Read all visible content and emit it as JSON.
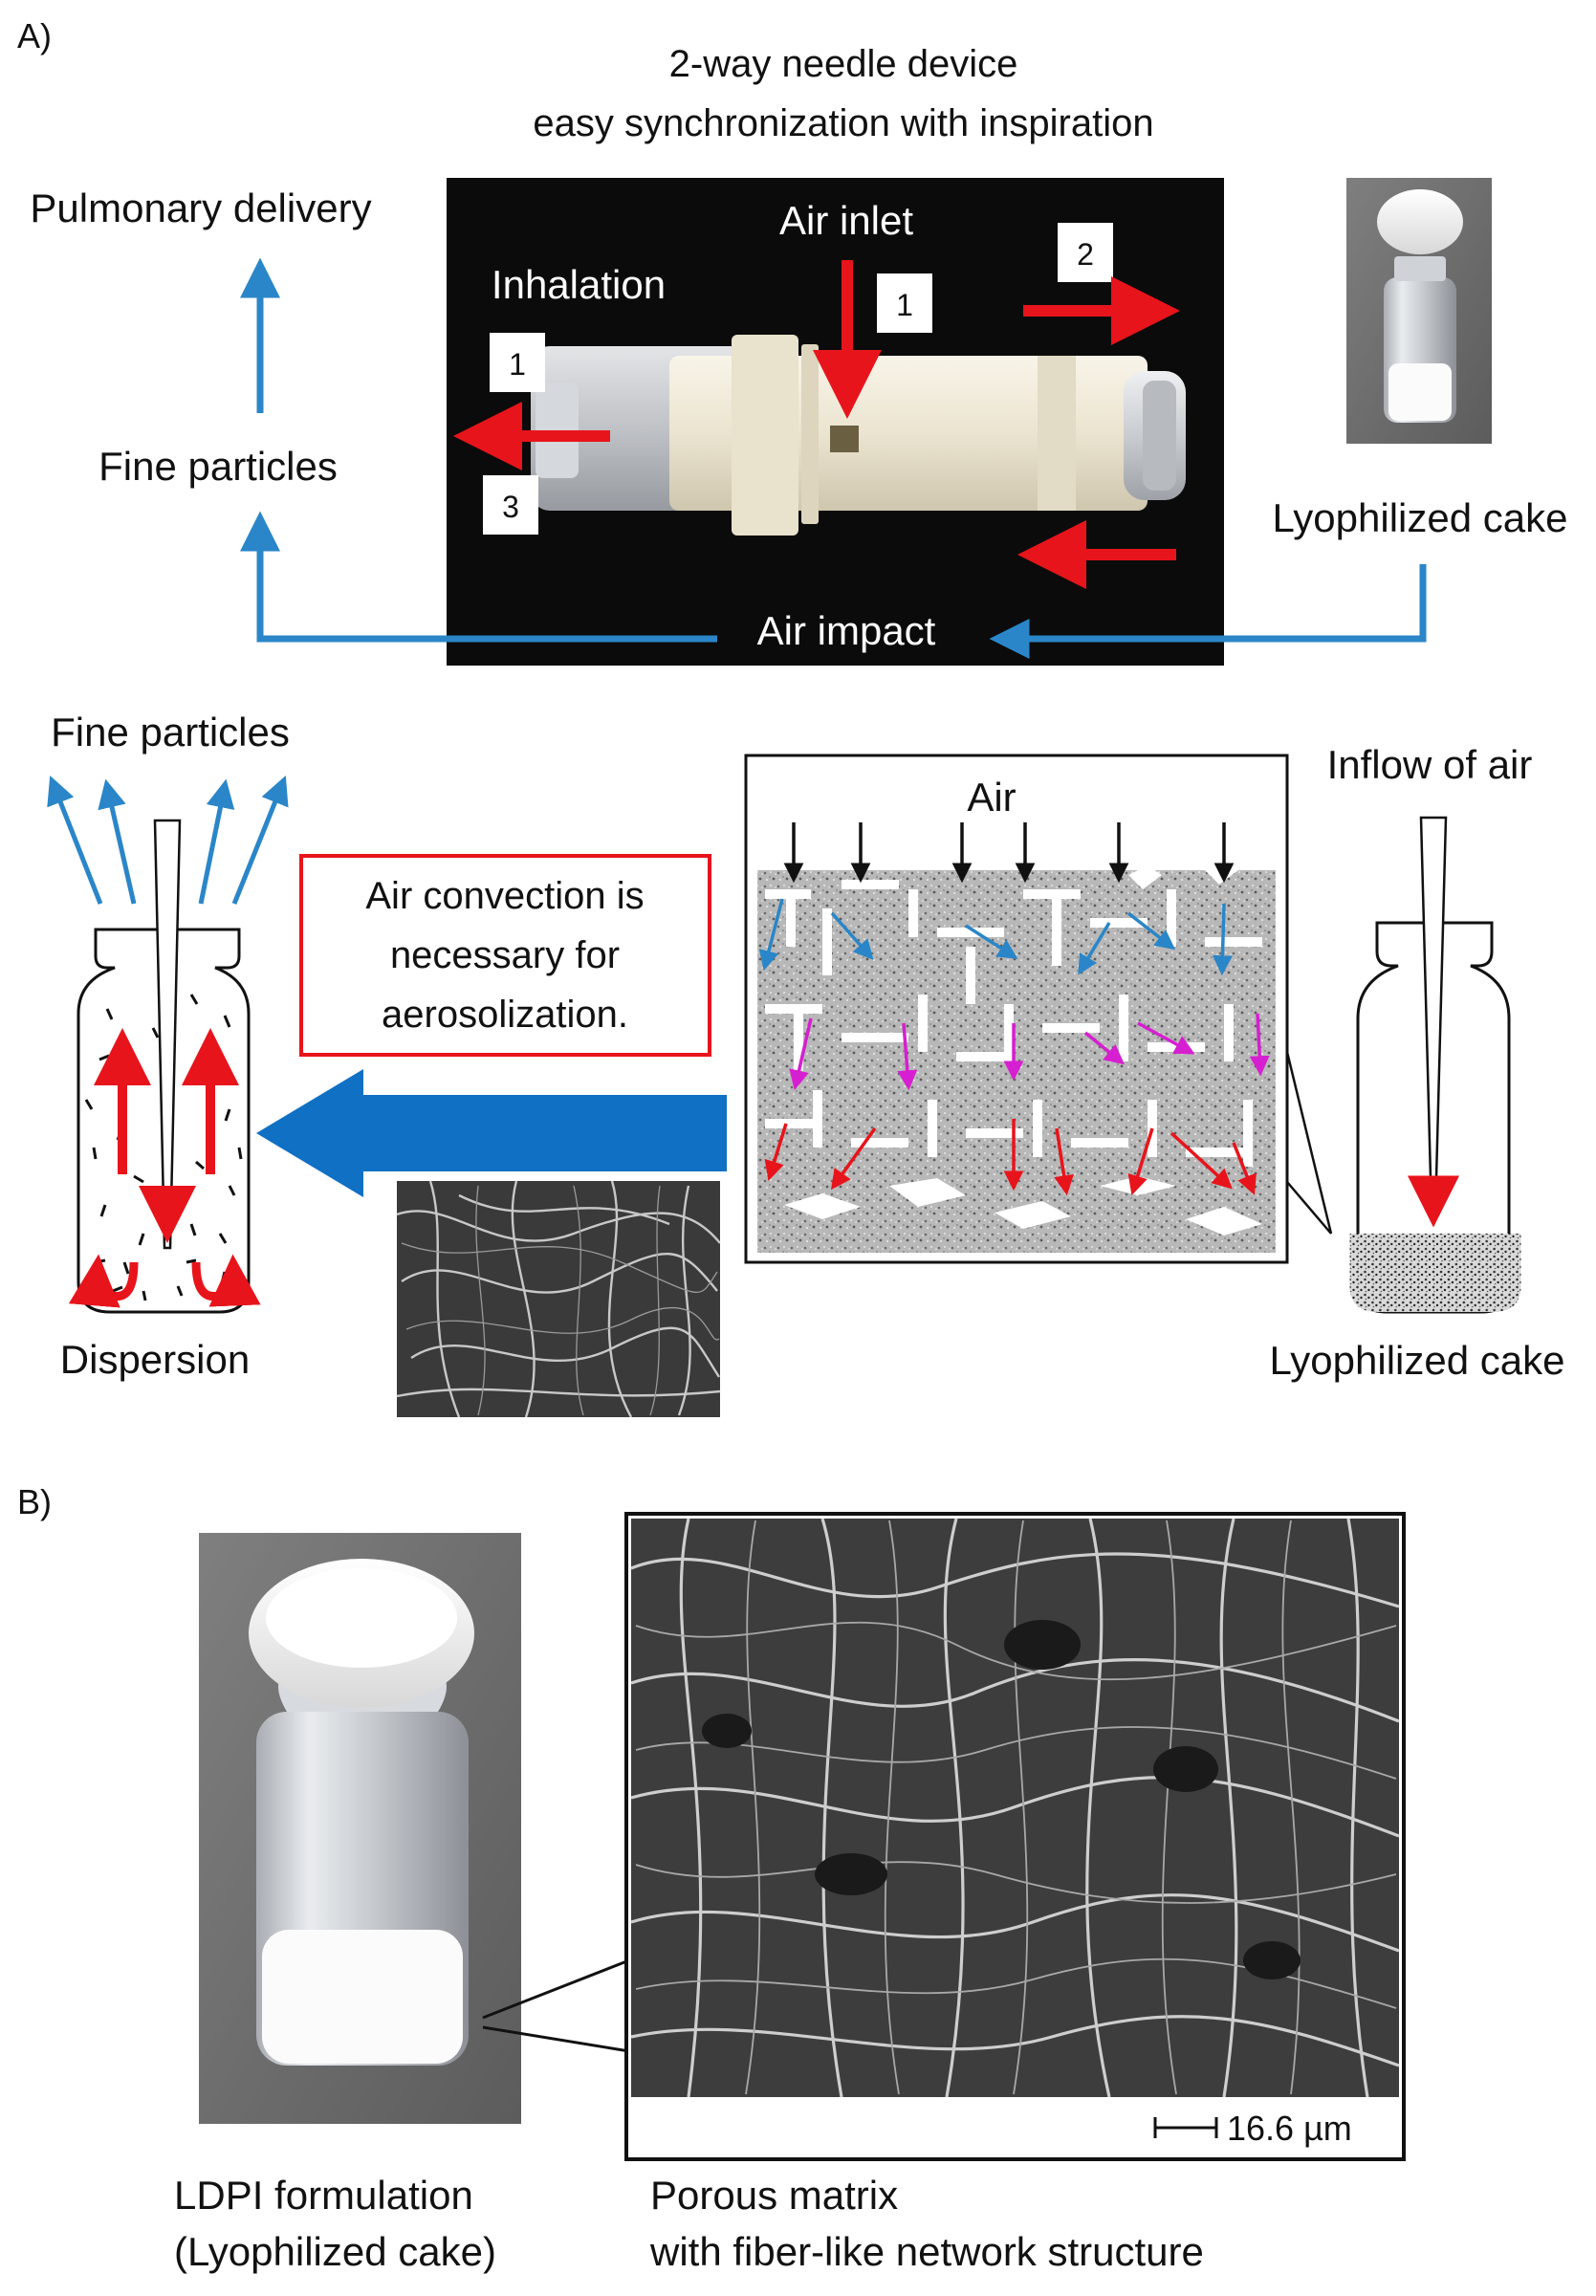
{
  "panel_a": {
    "letter": "A)",
    "title_line1": "2-way needle device",
    "title_line2": "easy synchronization with inspiration",
    "pulmonary_delivery": "Pulmonary delivery",
    "fine_particles_top": "Fine particles",
    "inhalation": "Inhalation",
    "air_inlet": "Air inlet",
    "step_1_left": "1",
    "step_3": "3",
    "step_1_inlet": "1",
    "step_2": "2",
    "lyophilized_cake_top": "Lyophilized cake",
    "air_impact": "Air impact",
    "fine_particles_mid": "Fine particles",
    "dispersion": "Dispersion",
    "note_line1": "Air convection is",
    "note_line2": "necessary for",
    "note_line3": "aerosolization.",
    "air": "Air",
    "inflow_of_air": "Inflow of air",
    "lyophilized_cake_mid": "Lyophilized cake"
  },
  "panel_b": {
    "letter": "B)",
    "scale_bar": "16.6 µm",
    "caption_left_line1": "LDPI formulation",
    "caption_left_line2": "(Lyophilized cake)",
    "caption_right_line1": "Porous matrix",
    "caption_right_line2": "with fiber-like network structure"
  },
  "colors": {
    "red_arrow": "#e8141b",
    "blue_arrow": "#2a86c8",
    "magenta_arrow": "#d61fd0",
    "device_background": "#0b0b0b",
    "device_body": "#ede7d6"
  }
}
